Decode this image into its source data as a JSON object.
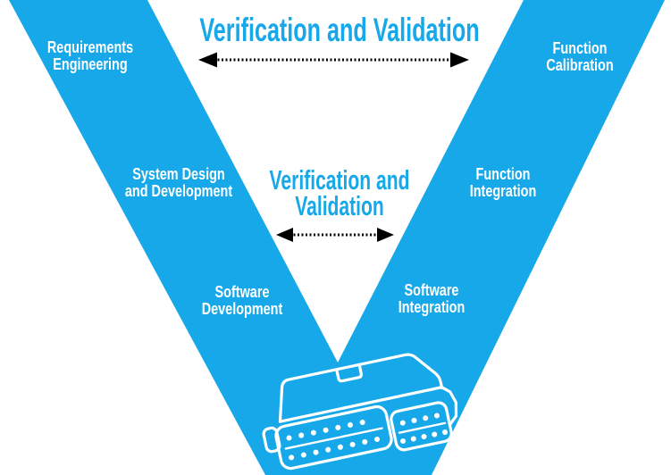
{
  "colors": {
    "blue": "#17A8EA",
    "white": "#ffffff",
    "black": "#000000"
  },
  "diagram_type": "v-model-process-diagram",
  "titles": {
    "top": {
      "text": "Verification and Validation"
    },
    "middle": {
      "line1": "Verification and",
      "line2": "Validation"
    }
  },
  "left_branch": {
    "items": [
      {
        "line1": "Requirements",
        "line2": "Engineering"
      },
      {
        "line1": "System Design",
        "line2": "and Development"
      },
      {
        "line1": "Software",
        "line2": "Development"
      }
    ]
  },
  "right_branch": {
    "items": [
      {
        "line1": "Function",
        "line2": "Calibration"
      },
      {
        "line1": "Function",
        "line2": "Integration"
      },
      {
        "line1": "Software",
        "line2": "Integration"
      }
    ]
  },
  "icons": {
    "arrows": "double-headed dotted arrows linking matching V stages",
    "ecu": {
      "description": "white outline sketch of an automotive ECU with connector pins",
      "left_connector_pins": [
        7,
        8
      ],
      "right_connector_pins": [
        4,
        5
      ]
    }
  }
}
